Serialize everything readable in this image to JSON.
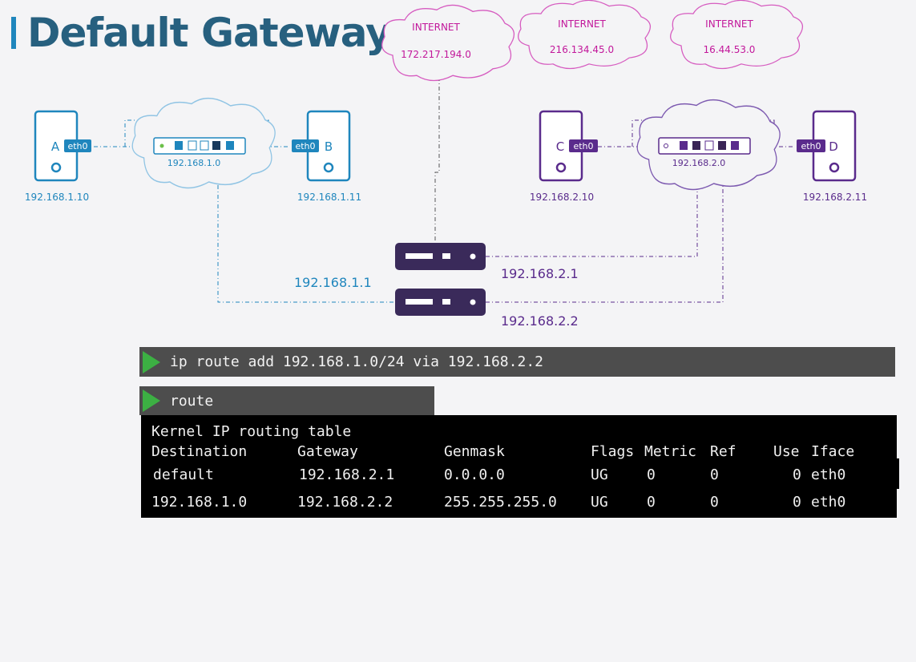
{
  "title": "Default Gateway",
  "clouds": [
    {
      "label": "INTERNET",
      "ip": "172.217.194.0"
    },
    {
      "label": "INTERNET",
      "ip": "216.134.45.0"
    },
    {
      "label": "INTERNET",
      "ip": "16.44.53.0"
    }
  ],
  "left_network": {
    "host_a": {
      "name": "A",
      "iface": "eth0",
      "ip": "192.168.1.10"
    },
    "host_b": {
      "name": "B",
      "iface": "eth0",
      "ip": "192.168.1.11"
    },
    "switch_ip": "192.168.1.0"
  },
  "right_network": {
    "host_c": {
      "name": "C",
      "iface": "eth0",
      "ip": "192.168.2.10"
    },
    "host_d": {
      "name": "D",
      "iface": "eth0",
      "ip": "192.168.2.11"
    },
    "switch_ip": "192.168.2.0"
  },
  "routers": {
    "router1_ip": "192.168.2.1",
    "router2_left_ip": "192.168.1.1",
    "router2_right_ip": "192.168.2.2"
  },
  "commands": {
    "ip_route": "ip route add 192.168.1.0/24 via 192.168.2.2",
    "route": "route"
  },
  "routing_table": {
    "heading": "Kernel IP routing table",
    "columns": [
      "Destination",
      "Gateway",
      "Genmask",
      "Flags",
      "Metric",
      "Ref",
      "Use",
      "Iface"
    ],
    "rows": [
      [
        "default",
        "192.168.2.1",
        "0.0.0.0",
        "UG",
        "0",
        "0",
        "0",
        "eth0"
      ],
      [
        "192.168.1.0",
        "192.168.2.2",
        "255.255.255.0",
        "UG",
        "0",
        "0",
        "0",
        "eth0"
      ]
    ]
  },
  "colors": {
    "blue": "#1f86bd",
    "purple": "#5a2b8c",
    "pink": "#c2189b",
    "title": "#27607f"
  }
}
